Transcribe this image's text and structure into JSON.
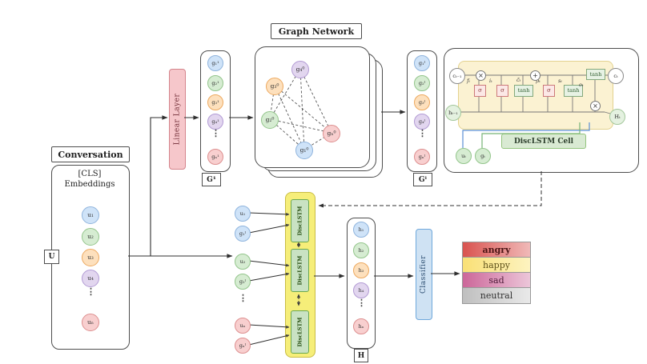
{
  "conversation": {
    "title": "Conversation",
    "embeddings_line1": "[CLS]",
    "embeddings_line2": "Embeddings",
    "u_label": "U",
    "nodes": [
      "u₁",
      "u₂",
      "u₃",
      "u₄",
      "uₙ"
    ],
    "dots": "⋮"
  },
  "linear_layer": {
    "label": "Linear Layer"
  },
  "g1": {
    "label": "G¹",
    "nodes": [
      "g₁¹",
      "g₂¹",
      "g₃¹",
      "g₄¹",
      "gₙ¹"
    ],
    "dots": "⋮"
  },
  "graph_network": {
    "title": "Graph Network",
    "nodes": [
      "g₄⁰",
      "g₃⁰",
      "g₂⁰",
      "g₁⁰",
      "gₙ⁰"
    ]
  },
  "gl": {
    "label": "Gˡ",
    "nodes": [
      "g₁ˡ",
      "g₂ˡ",
      "g₃ˡ",
      "g₄ˡ",
      "gₙˡ"
    ],
    "dots": "⋮"
  },
  "lstm_cell": {
    "cell_label": "DiscLSTM Cell",
    "c_prev": "cₜ₋₁",
    "c_t": "cₜ",
    "h_prev": "hₜ₋₁",
    "H_t": "Hₜ",
    "u_t": "uₜ",
    "g_t": "gₜ",
    "gate_f": "fₜ",
    "gate_i": "iₜ",
    "gate_c": "c̃ₜ",
    "gate_p": "pₜ",
    "gate_s": "sₜ",
    "gate_o": "oₜ",
    "sigma": "σ",
    "tanh": "tanh",
    "times": "×",
    "plus": "+"
  },
  "disclstm_stack": {
    "cells": [
      "DiscLSTM",
      "DiscLSTM",
      "DiscLSTM"
    ],
    "pairs": [
      {
        "u": "u₁",
        "g": "g₁ˡ"
      },
      {
        "u": "u₂",
        "g": "g₂ˡ"
      },
      {
        "u": "uₙ",
        "g": "gₙˡ"
      }
    ],
    "dots": "⋮"
  },
  "h_column": {
    "label": "H",
    "nodes": [
      "h₁",
      "h₂",
      "h₃",
      "h₄",
      "hₙ"
    ],
    "dots": "⋮"
  },
  "classifier": {
    "label": "Classifier"
  },
  "outputs": [
    {
      "label": "angry"
    },
    {
      "label": "happy"
    },
    {
      "label": "sad"
    },
    {
      "label": "neutral"
    }
  ],
  "colors": {
    "node_blue": "#cfe3f8",
    "node_green": "#d6ecd2",
    "node_orange": "#fde0bd",
    "node_purple": "#e2d6ef",
    "node_red": "#f8cfcf",
    "linear_layer": "#f6c7cb",
    "classifier": "#cfe2f3",
    "stack_yellow": "#f6ee79",
    "cell_green": "#c9e2c3",
    "lstm_yellow": "#fbf2d2",
    "out_angry": "#d9534f",
    "out_happy": "#f9e076",
    "out_sad": "#cc6699",
    "out_neutral": "#bfbfbf"
  }
}
